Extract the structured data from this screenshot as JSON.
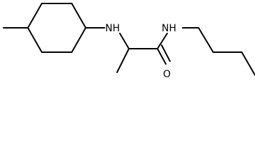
{
  "molecule": {
    "atoms": {
      "amine": "NH",
      "amide": "NH",
      "carbonyl_oxygen": "O"
    }
  }
}
